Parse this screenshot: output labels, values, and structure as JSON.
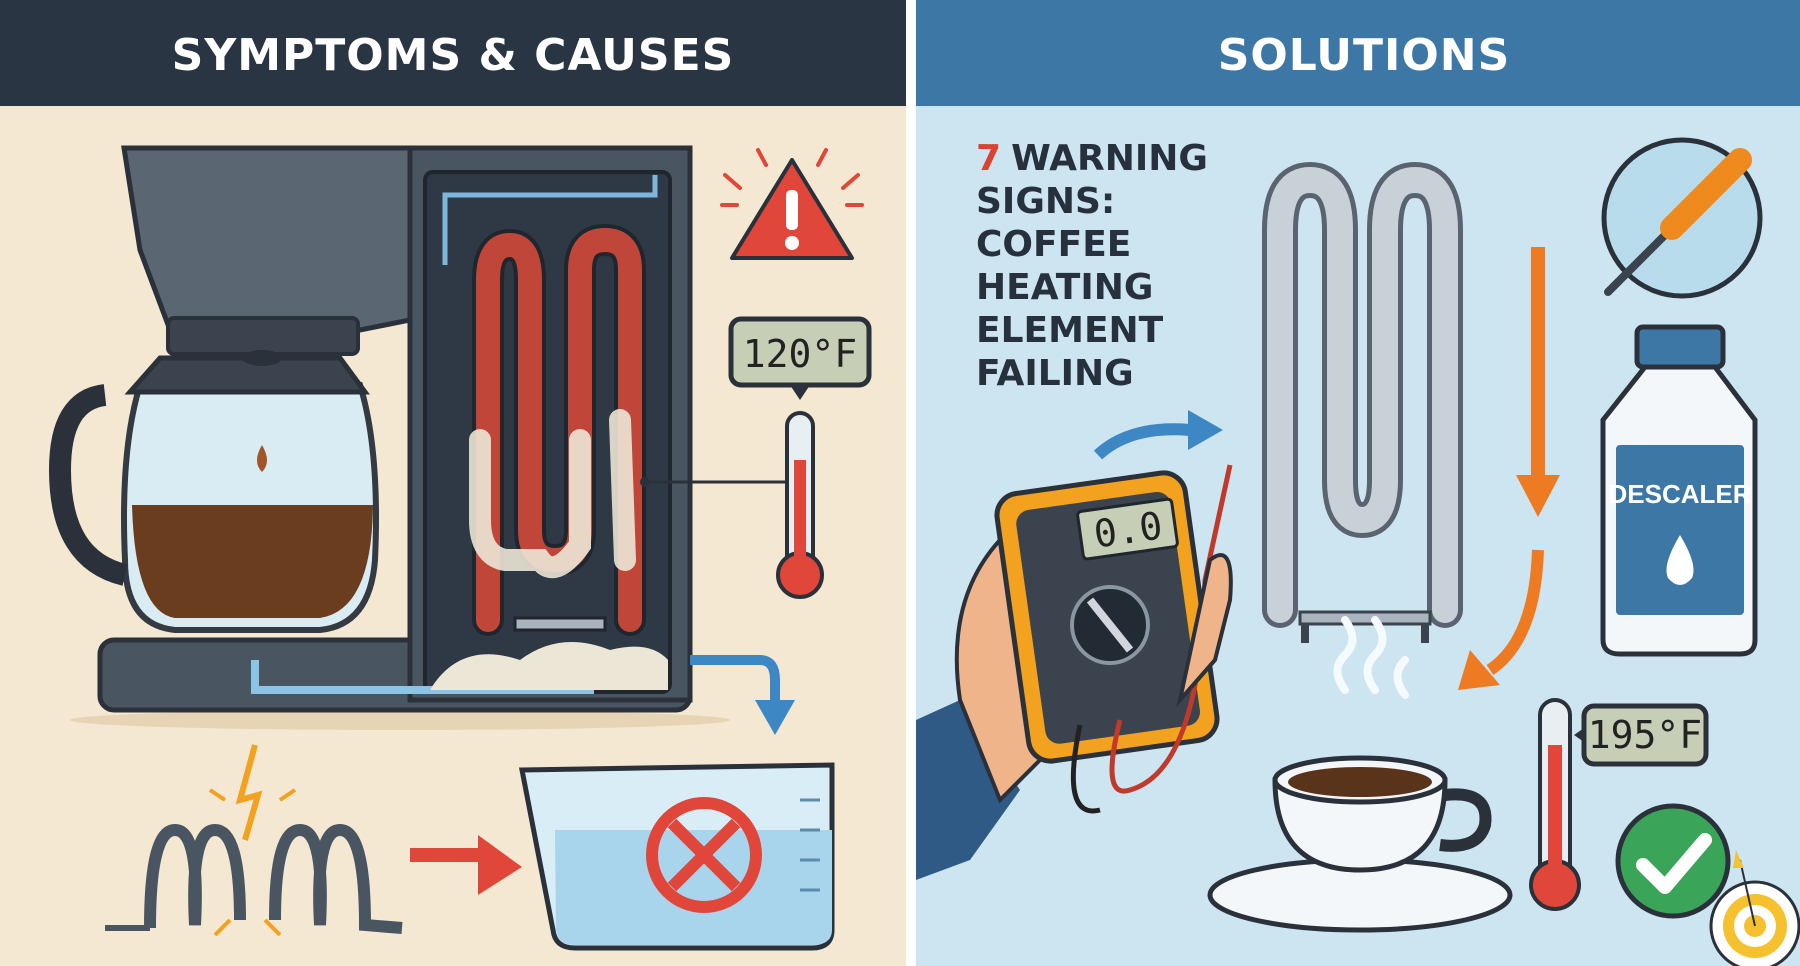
{
  "left_panel": {
    "header": "SYMPTOMS & CAUSES",
    "thermometer_display": "120°F",
    "icons": [
      "coffee-maker-icon",
      "heating-element-scaled-icon",
      "warning-triangle-icon",
      "thermometer-icon",
      "broken-coil-icon",
      "measuring-cup-icon",
      "no-symbol-icon"
    ]
  },
  "right_panel": {
    "header": "SOLUTIONS",
    "title_number": "7",
    "title_lines": [
      "WARNING",
      "SIGNS:",
      "COFFEE",
      "HEATING",
      "ELEMENT",
      "FAILING"
    ],
    "multimeter_display": "0.0",
    "bottle_label": "DESCALER",
    "thermometer_display": "195°F",
    "icons": [
      "multimeter-icon",
      "clean-heating-element-icon",
      "screwdriver-icon",
      "descaler-bottle-icon",
      "coffee-cup-icon",
      "thermometer-icon",
      "checkmark-icon",
      "target-icon"
    ]
  },
  "colors": {
    "left_header": "#2a3544",
    "right_header": "#3d77a6",
    "left_bg": "#f4e8d2",
    "right_bg": "#cde5f1",
    "warning_red": "#e0473a",
    "success_green": "#3aa558",
    "accent_orange": "#ee7a22"
  }
}
